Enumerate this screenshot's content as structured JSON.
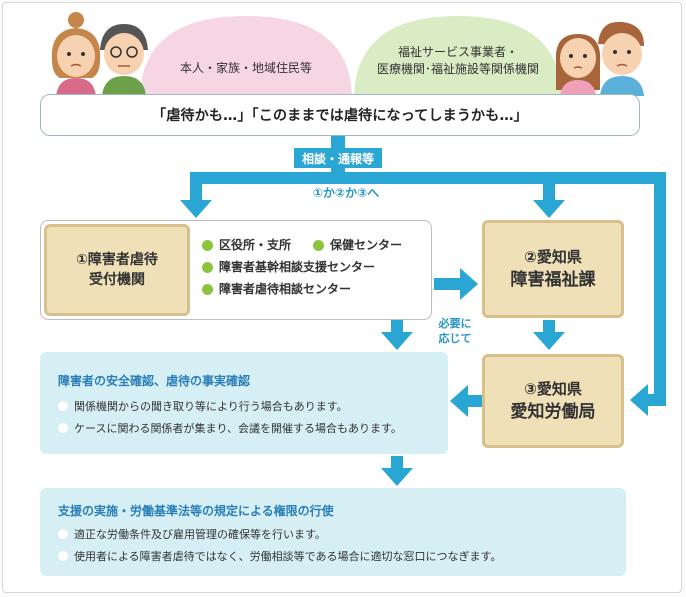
{
  "top_groups": {
    "left_label": "本人・家族・地域住民等",
    "right_label_line1": "福祉サービス事業者・",
    "right_label_line2": "医療機関･福祉施設等関係機関"
  },
  "speech": {
    "text": "「虐待かも…」「このままでは虐待になってしまうかも…」"
  },
  "flow": {
    "consult_label": "相談・通報等",
    "route_note": "①か②か③へ",
    "as_needed_line1": "必要に",
    "as_needed_line2": "応じて"
  },
  "box_reception": {
    "title_line1": "①障害者虐待",
    "title_line2": "受付機関",
    "items": [
      "区役所・支所",
      "保健センター",
      "障害者基幹相談支援センター",
      "障害者虐待相談センター"
    ]
  },
  "box_welfare": {
    "line1": "②愛知県",
    "line2": "障害福祉課"
  },
  "box_labor": {
    "line1": "③愛知県",
    "line2": "愛知労働局"
  },
  "panel_safety": {
    "title": "障害者の安全確認、虐待の事実確認",
    "bullets": [
      "関係機関からの聞き取り等により行う場合もあります。",
      "ケースに関わる関係者が集まり、会議を開催する場合もあります。"
    ]
  },
  "panel_support": {
    "title": "支援の実施・労働基準法等の規定による権限の行使",
    "bullets": [
      "適正な労働条件及び雇用管理の確保等を行います。",
      "使用者による障害者虐待ではなく、労働相談等である場合に適切な窓口につなぎます。"
    ]
  },
  "colors": {
    "flow_blue": "#2aa6d4",
    "pink_badge": "#f7d6e3",
    "green_badge": "#d9ecc4",
    "tan_box": "#efe0b8",
    "panel_bg": "#d6eff5",
    "bullet_green": "#8cc43e"
  }
}
